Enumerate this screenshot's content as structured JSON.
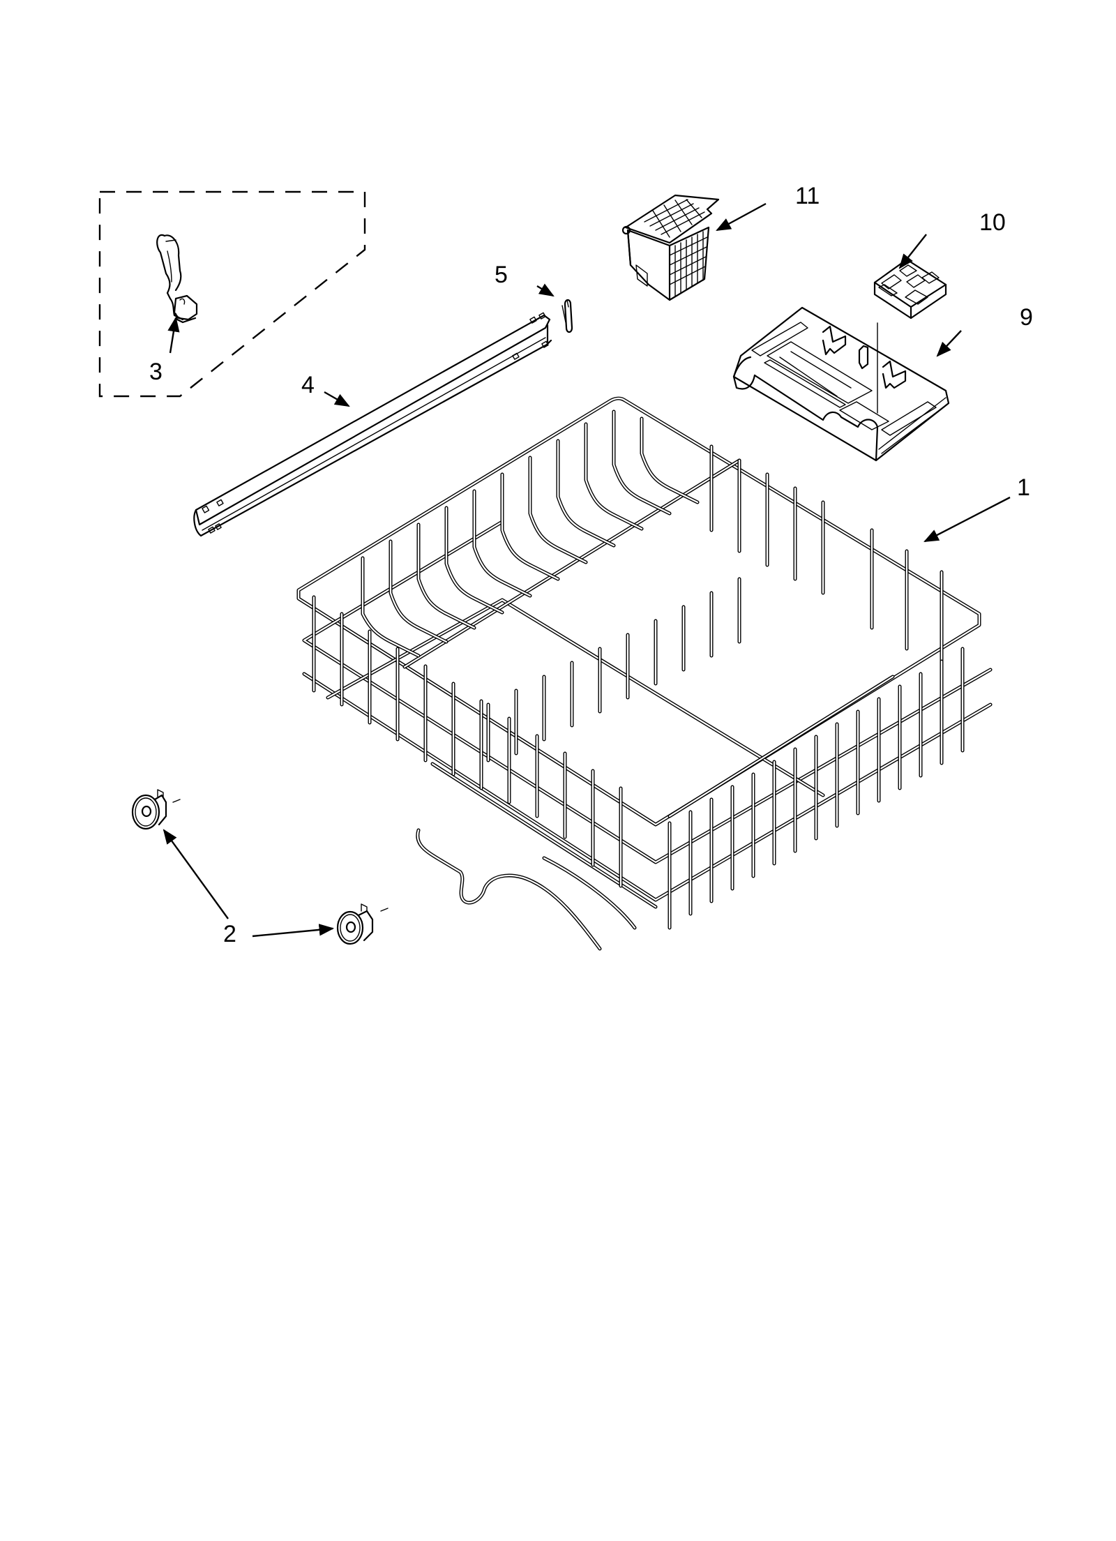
{
  "diagram": {
    "type": "exploded-parts-diagram",
    "subject": "dishwasher upper rack assembly",
    "background": "#ffffff",
    "line_color": "#000000",
    "callouts": [
      {
        "id": "1",
        "label": "1",
        "part": "upper-rack"
      },
      {
        "id": "2",
        "label": "2",
        "part": "rack-wheel"
      },
      {
        "id": "3",
        "label": "3",
        "part": "rack-clip"
      },
      {
        "id": "4",
        "label": "4",
        "part": "rack-track-rail"
      },
      {
        "id": "5",
        "label": "5",
        "part": "rail-end-cap"
      },
      {
        "id": "9",
        "label": "9",
        "part": "utensil-tray"
      },
      {
        "id": "10",
        "label": "10",
        "part": "tray-insert"
      },
      {
        "id": "11",
        "label": "11",
        "part": "silverware-basket"
      }
    ]
  }
}
